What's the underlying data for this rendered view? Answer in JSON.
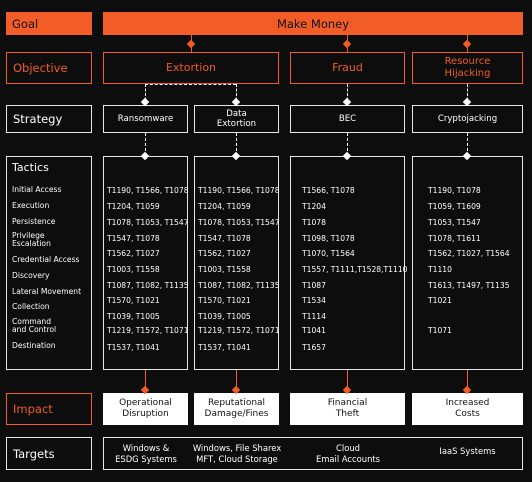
{
  "rows": {
    "goal": "Goal",
    "objective": "Objective",
    "strategy": "Strategy",
    "tactics": "Tactics",
    "impact": "Impact",
    "targets": "Targets"
  },
  "goal": "Make Money",
  "objectives": [
    "Extortion",
    "Fraud",
    "Resource\nHijacking"
  ],
  "strategies": [
    "Ransomware",
    "Data\nExtortion",
    "BEC",
    "Cryptojacking"
  ],
  "tactic_names": [
    "Initial Access",
    "Execution",
    "Persistence",
    "Privilege\nEscalation",
    "Credential Access",
    "Discovery",
    "Lateral Movement",
    "Collection",
    "Command\nand Control",
    "Destination"
  ],
  "tactic_cells": [
    [
      "T1190, T1566, T1078",
      "T1204, T1059",
      "T1078, T1053, T1547",
      "T1547, T1078",
      "T1562, T1027",
      "T1003, T1558",
      "T1087, T1082, T1135",
      "T1570, T1021",
      "T1039, T1005",
      "T1219, T1572, T1071",
      "T1537, T1041"
    ],
    [
      "T1190, T1566, T1078",
      "T1204, T1059",
      "T1078, T1053, T1547",
      "T1547, T1078",
      "T1562, T1027",
      "T1003, T1558",
      "T1087, T1082, T1135",
      "T1570, T1021",
      "T1039, T1005",
      "T1219, T1572, T1071",
      "T1537, T1041"
    ],
    [
      "T1566, T1078",
      "T1204",
      "T1078",
      "T1098, T1078",
      "T1070, T1564",
      "T1557, T1111,T1528,T1110",
      "T1087",
      "T1534",
      "T1114",
      "T1041",
      "T1657"
    ],
    [
      "T1190, T1078",
      "T1059, T1609",
      "T1053, T1547",
      "T1078, T1611",
      "T1562, T1027, T1564",
      "T1110",
      "T1613, T1497, T1135",
      "T1021",
      "",
      "T1071",
      ""
    ]
  ],
  "impacts": [
    "Operational\nDisruption",
    "Reputational\nDamage/Fines",
    "Financial\nTheft",
    "Increased\nCosts"
  ],
  "targets": [
    "Windows &\nESDG Systems",
    "Windows, File Sharex\nMFT, Cloud Storage",
    "Cloud\nEmail Accounts",
    "IaaS Systems"
  ],
  "colors": {
    "accent": "#f25c27",
    "background": "#0d0d0d",
    "line": "#ffffff"
  }
}
